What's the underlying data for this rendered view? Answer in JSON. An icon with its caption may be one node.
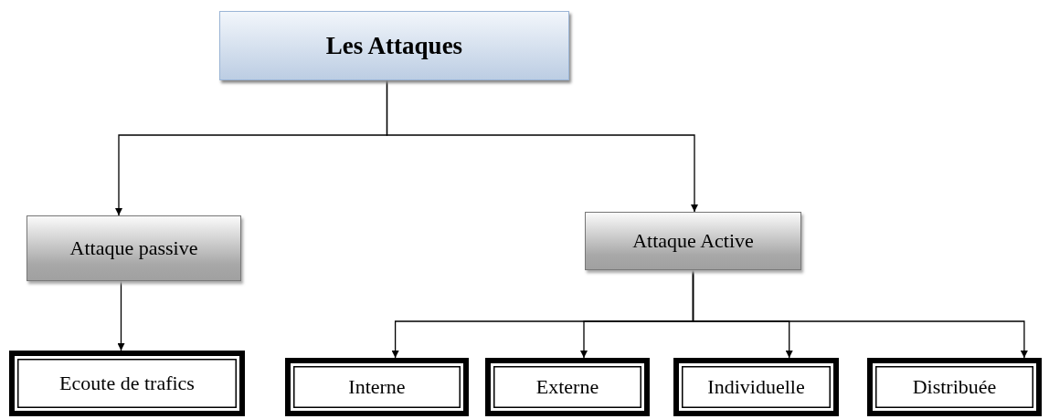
{
  "diagram": {
    "nodes": [
      {
        "text": [
          "Les Attaques"
        ]
      },
      {
        "text": [
          "Attaque passive"
        ]
      },
      {
        "text": [
          "Attaque Active"
        ]
      },
      {
        "text": [
          "Ecoute de trafics"
        ]
      },
      {
        "text": [
          "Interne"
        ]
      },
      {
        "text": [
          "Externe"
        ]
      },
      {
        "text": [
          "Individuelle"
        ]
      },
      {
        "text": [
          "Distribuée"
        ]
      }
    ],
    "edges": [
      {
        "from": 0,
        "to": 1,
        "arrow": "to"
      },
      {
        "from": 0,
        "to": 2,
        "arrow": "to"
      },
      {
        "from": 1,
        "to": 3,
        "arrow": "to"
      },
      {
        "from": 2,
        "to": 4,
        "arrow": "to"
      },
      {
        "from": 2,
        "to": 5,
        "arrow": "to"
      },
      {
        "from": 2,
        "to": 6,
        "arrow": "to"
      },
      {
        "from": 2,
        "to": 7,
        "arrow": "to"
      }
    ]
  }
}
